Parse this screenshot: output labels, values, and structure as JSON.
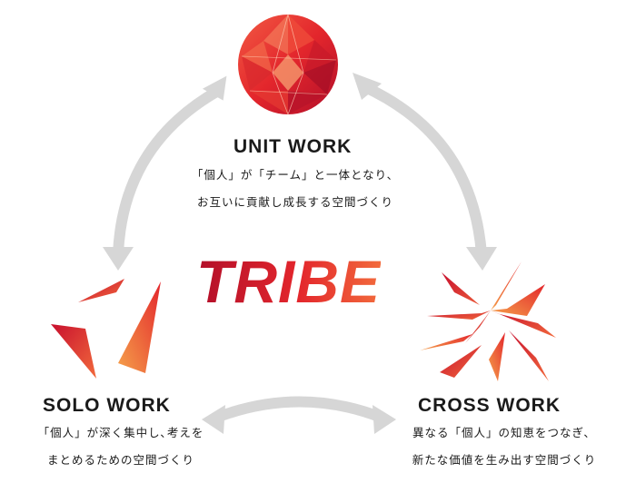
{
  "center": {
    "title": "TRIBE"
  },
  "nodes": {
    "unit": {
      "title": "UNIT WORK",
      "lines": [
        "「個人」が「チーム」と一体となり、",
        "お互いに貢献し成長する空間づくり"
      ]
    },
    "solo": {
      "title": "SOLO WORK",
      "lines": [
        "「個人」が深く集中し､考えを",
        "まとめるための空間づくり"
      ]
    },
    "cross": {
      "title": "CROSS WORK",
      "lines": [
        "異なる「個人」の知恵をつなぎ、",
        "新たな価値を生み出す空間づくり"
      ]
    }
  },
  "colors": {
    "accent_dark": "#b20f2a",
    "accent": "#e3262c",
    "accent_light": "#f26a3c",
    "arrow": "#d6d6d6",
    "text": "#1a1a1a"
  },
  "icons": {
    "unit": "faceted-sphere-icon",
    "solo": "triangle-shards-icon",
    "cross": "starburst-shards-icon",
    "connectors": "double-arrow-icon"
  }
}
